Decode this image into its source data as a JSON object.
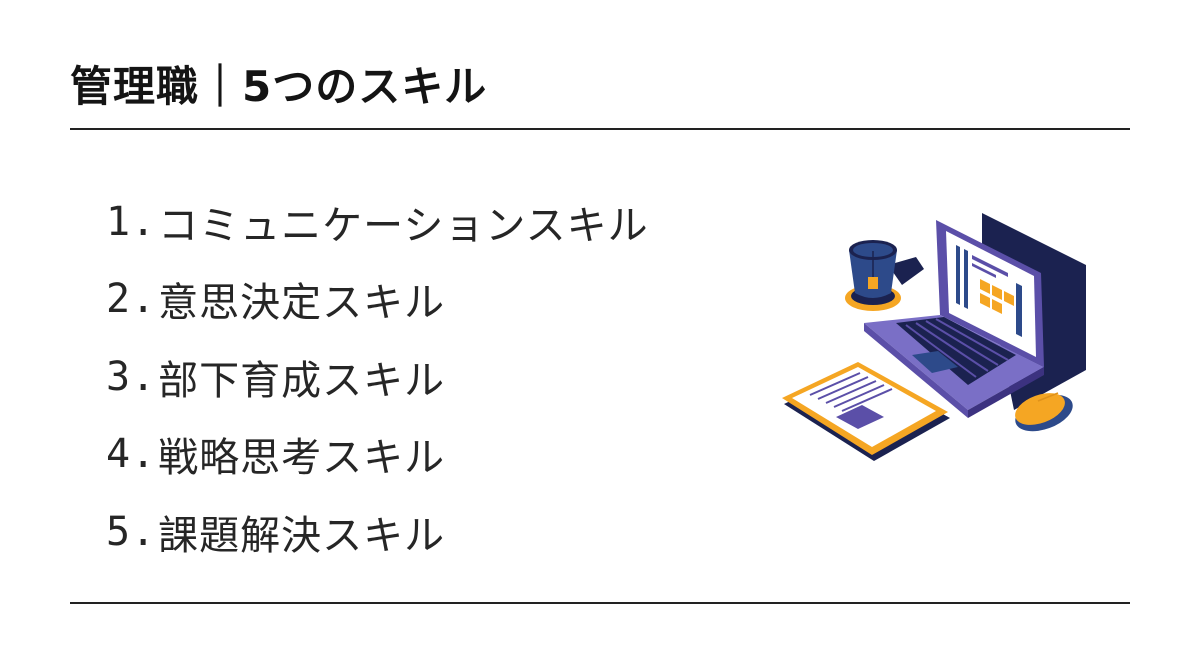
{
  "title": "管理職｜5つのスキル",
  "skills": [
    {
      "num": "1.",
      "label": "コミュニケーションスキル"
    },
    {
      "num": "2.",
      "label": "意思決定スキル"
    },
    {
      "num": "3.",
      "label": "部下育成スキル"
    },
    {
      "num": "4.",
      "label": "戦略思考スキル"
    },
    {
      "num": "5.",
      "label": "課題解決スキル"
    }
  ],
  "illustration": {
    "icon": "laptop-workspace-icon",
    "colors": {
      "navy": "#1b2250",
      "purple": "#5b4fa8",
      "light_purple": "#7a6fc6",
      "orange": "#f5a623",
      "blue": "#2d4a8a",
      "white": "#ffffff"
    }
  }
}
